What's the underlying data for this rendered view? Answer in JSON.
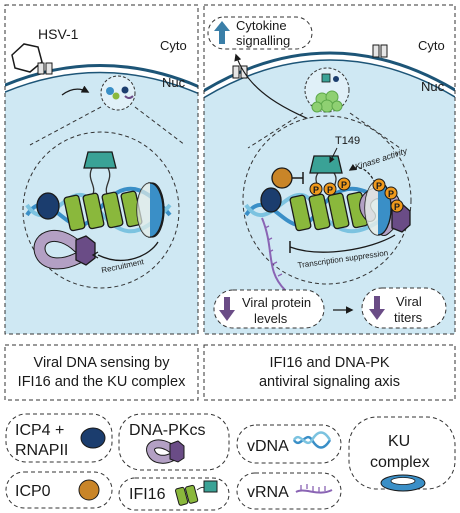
{
  "left_panel": {
    "virus_label": "HSV-1",
    "cyto_label": "Cyto",
    "nuc_label": "Nuc",
    "recruitment_label": "Recruitment",
    "caption_line1": "Viral DNA sensing by",
    "caption_line2": "IFI16 and the KU complex"
  },
  "right_panel": {
    "cytokine_line1": "Cytokine",
    "cytokine_line2": "signalling",
    "cyto_label": "Cyto",
    "nuc_label": "Nuc",
    "site_label": "T149",
    "kinase_label": "Kinase activity",
    "phospho_label": "P",
    "suppression_label": "Transcription suppression",
    "viral_protein_line1": "Viral protein",
    "viral_protein_line2": "levels",
    "viral_titers_line1": "Viral",
    "viral_titers_line2": "titers",
    "caption_line1": "IFI16 and DNA-PK",
    "caption_line2": "antiviral signaling axis"
  },
  "legend": {
    "icp4_line1": "ICP4 +",
    "icp4_line2": "RNAPII",
    "dnapkcs": "DNA-PKcs",
    "vdna": "vDNA",
    "ku_line1": "KU",
    "ku_line2": "complex",
    "icp0": "ICP0",
    "ifi16": "IFI16",
    "vrna": "vRNA"
  },
  "colors": {
    "nucleus_fill": "#cfe8f3",
    "membrane": "#1d5577",
    "dna_blue": "#3a8fc7",
    "dna_light": "#7cc3e0",
    "ifi16_green": "#8ab83c",
    "ifi16_teal": "#3aa296",
    "icp4_navy": "#1b3d6e",
    "dnapkcs_purple": "#6a4c86",
    "dnapkcs_light": "#b3a0c4",
    "icp0_orange": "#c98528",
    "phospho_orange": "#f09a1c",
    "rna_purple": "#8a64b4",
    "arrow_down": "#6a4c86",
    "arrow_up": "#3a7fa8",
    "virus_green": "#8fd072"
  }
}
